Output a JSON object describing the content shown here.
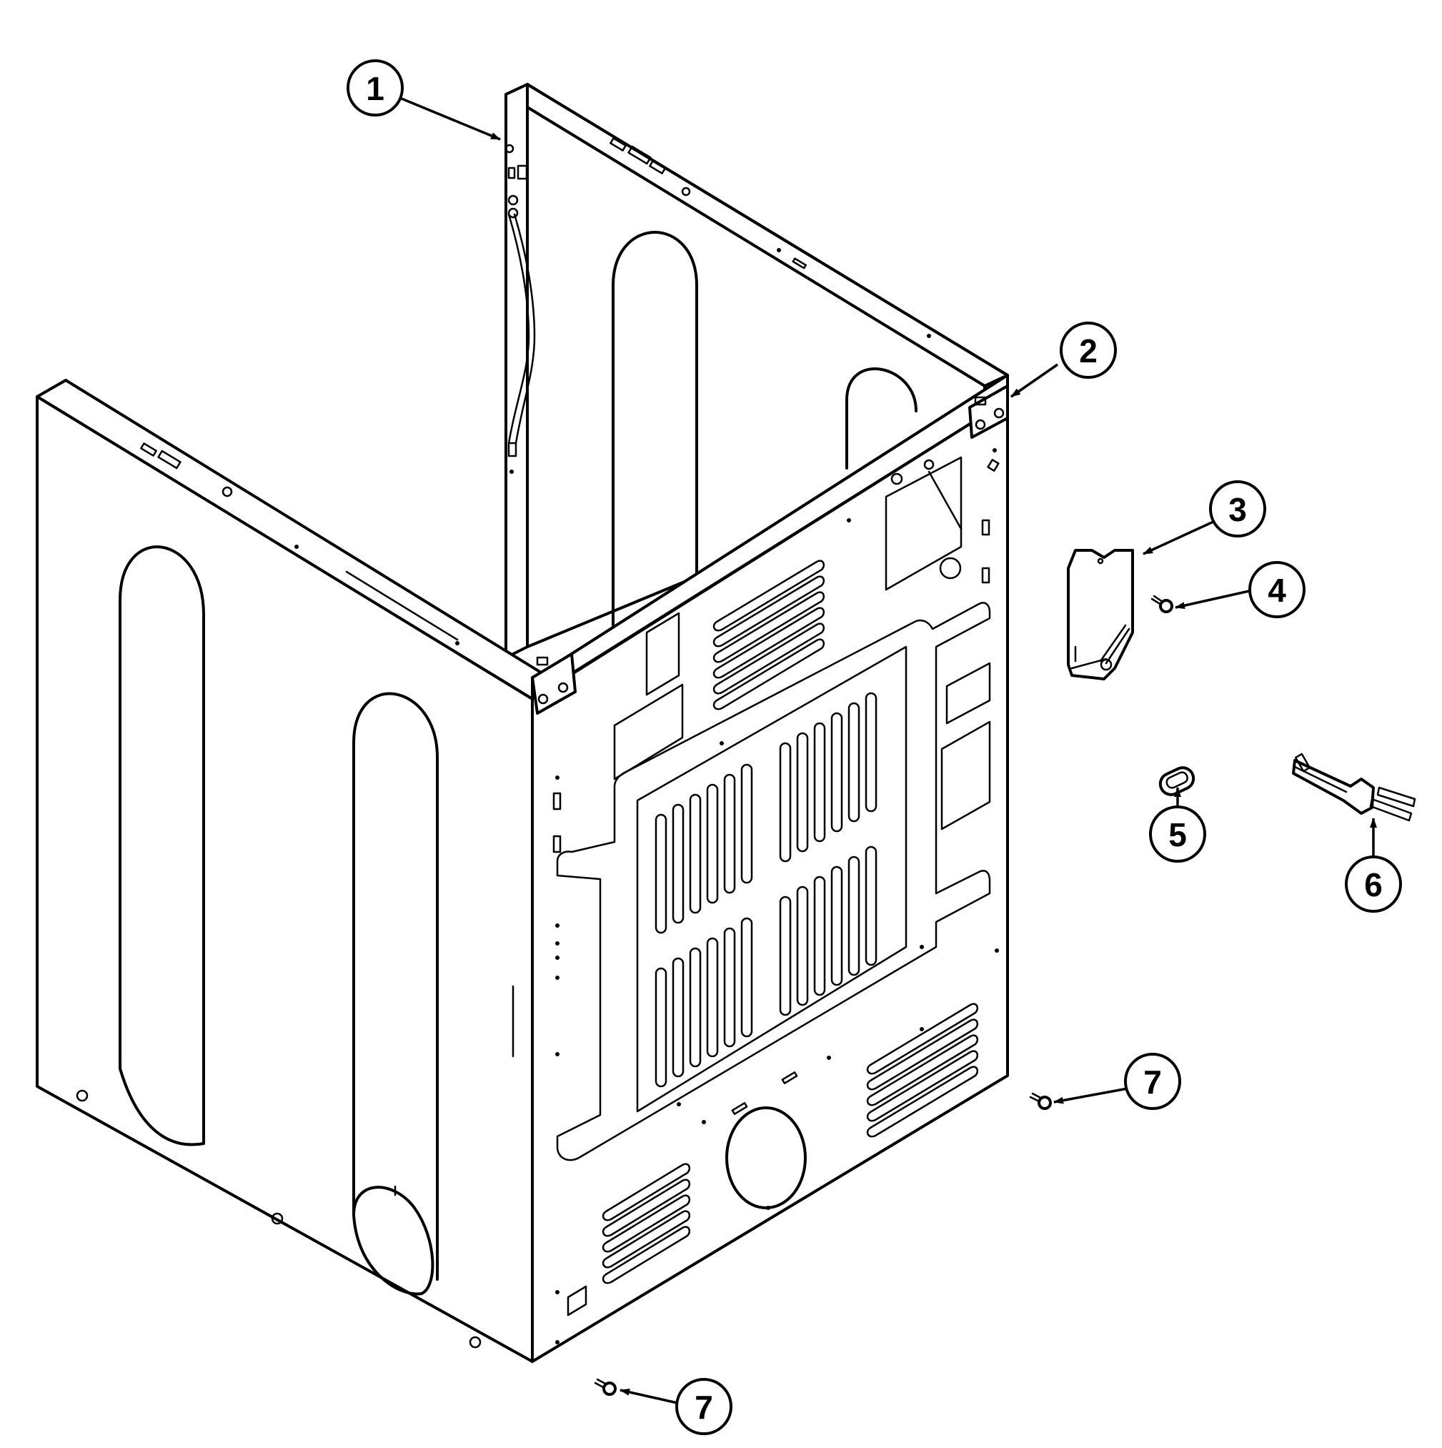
{
  "callouts": [
    {
      "id": "c1",
      "label": "1"
    },
    {
      "id": "c2",
      "label": "2"
    },
    {
      "id": "c3",
      "label": "3"
    },
    {
      "id": "c4",
      "label": "4"
    },
    {
      "id": "c5",
      "label": "5"
    },
    {
      "id": "c6",
      "label": "6"
    },
    {
      "id": "c7a",
      "label": "7"
    },
    {
      "id": "c7b",
      "label": "7"
    }
  ]
}
